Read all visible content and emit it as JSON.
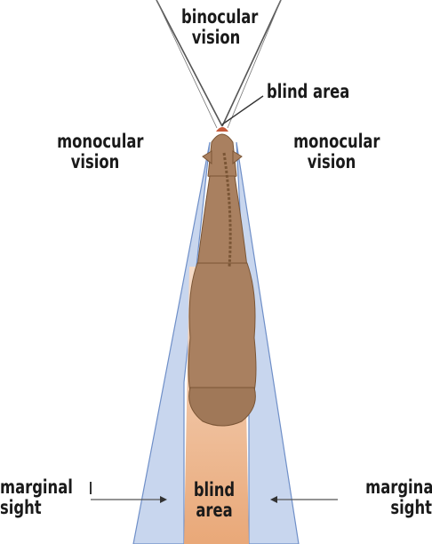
{
  "labels": {
    "binocular": [
      "binocular",
      "vision"
    ],
    "blind_top": "blind area",
    "monocular_left": [
      "monocular",
      "vision"
    ],
    "monocular_right": [
      "monocular",
      "vision"
    ],
    "marginal_left": [
      "marginal",
      "sight"
    ],
    "blind_bottom": [
      "blind",
      "area"
    ],
    "marginal_right": [
      "marginal",
      "sight"
    ]
  },
  "colors": {
    "monocular_zone": "#c8d6ee",
    "monocular_edge": "#6f8fc8",
    "blind_zone_top": "#f6dcc8",
    "blind_zone_bottom": "#e9a878",
    "horse_body": "#a98060",
    "horse_outline": "#7a5535",
    "sight_lines": "#555555"
  }
}
